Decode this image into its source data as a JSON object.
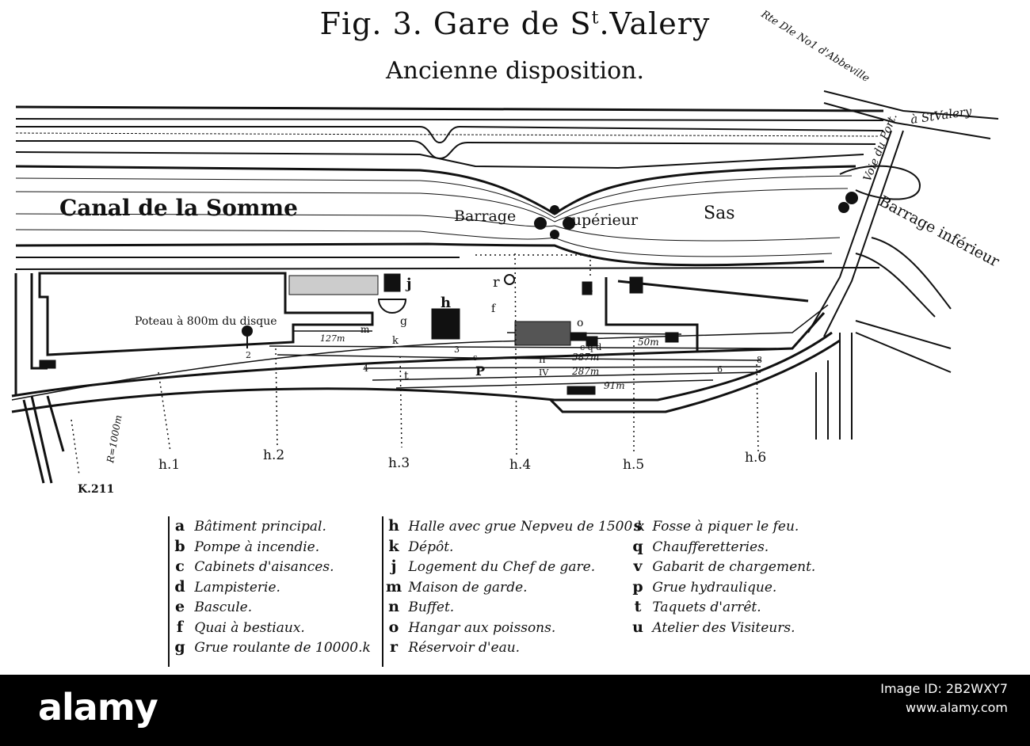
{
  "title": {
    "prefix": "Fig. 3. Gare de S",
    "sup": "t",
    "suffix": ".Valery"
  },
  "subtitle": "Ancienne disposition.",
  "map_labels": {
    "canal": "Canal de la Somme",
    "barrage": "Barrage",
    "superieur": "supérieur",
    "sas": "Sas",
    "barrage_inferieur": "Barrage inférieur",
    "route": "Rte Dle No1 d'Abbeville",
    "voie_port": "Voie du Port.",
    "a_st_valery": "à StValery",
    "poteau": "Poteau à 800m du disque",
    "k211": "K.211",
    "r1000": "R=1000m",
    "len_127": "127m",
    "len_387": "387m",
    "len_287": "287m",
    "len_50": "50m",
    "len_91": "91m",
    "track_II": "II",
    "track_IV": "IV",
    "n2": "2",
    "n3": "3",
    "n4": "4",
    "n6": "6",
    "n8": "8",
    "r": "r",
    "j": "j",
    "h": "h",
    "f": "f",
    "g": "g",
    "k": "k",
    "m": "m",
    "n": "n",
    "o": "o",
    "p": "P",
    "t": "t",
    "s": "s",
    "cqd": "c q d",
    "h1": "h.1",
    "h2": "h.2",
    "h3": "h.3",
    "h4": "h.4",
    "h5": "h.5",
    "h6": "h.6"
  },
  "legend": {
    "col1": [
      {
        "key": "a",
        "desc": "Bâtiment principal."
      },
      {
        "key": "b",
        "desc": "Pompe à incendie."
      },
      {
        "key": "c",
        "desc": "Cabinets d'aisances."
      },
      {
        "key": "d",
        "desc": "Lampisterie."
      },
      {
        "key": "e",
        "desc": "Bascule."
      },
      {
        "key": "f",
        "desc": "Quai à bestiaux."
      },
      {
        "key": "g",
        "desc": "Grue roulante de 10000.k"
      }
    ],
    "col2": [
      {
        "key": "h",
        "desc": "Halle avec grue Nepveu de 1500.k"
      },
      {
        "key": "k",
        "desc": "Dépôt."
      },
      {
        "key": "j",
        "desc": "Logement du Chef de gare."
      },
      {
        "key": "m",
        "desc": "Maison de garde."
      },
      {
        "key": "n",
        "desc": "Buffet."
      },
      {
        "key": "o",
        "desc": "Hangar aux poissons."
      },
      {
        "key": "r",
        "desc": "Réservoir d'eau."
      }
    ],
    "col3": [
      {
        "key": "s",
        "desc": "Fosse à piquer le feu."
      },
      {
        "key": "q",
        "desc": "Chaufferetteries."
      },
      {
        "key": "v",
        "desc": "Gabarit de chargement."
      },
      {
        "key": "p",
        "desc": "Grue hydraulique."
      },
      {
        "key": "t",
        "desc": "Taquets d'arrêt."
      },
      {
        "key": "u",
        "desc": "Atelier des Visiteurs."
      }
    ]
  },
  "footer": {
    "brand": "alamy",
    "image_id_label": "Image ID: 2B2WXY7",
    "url": "www.alamy.com"
  }
}
